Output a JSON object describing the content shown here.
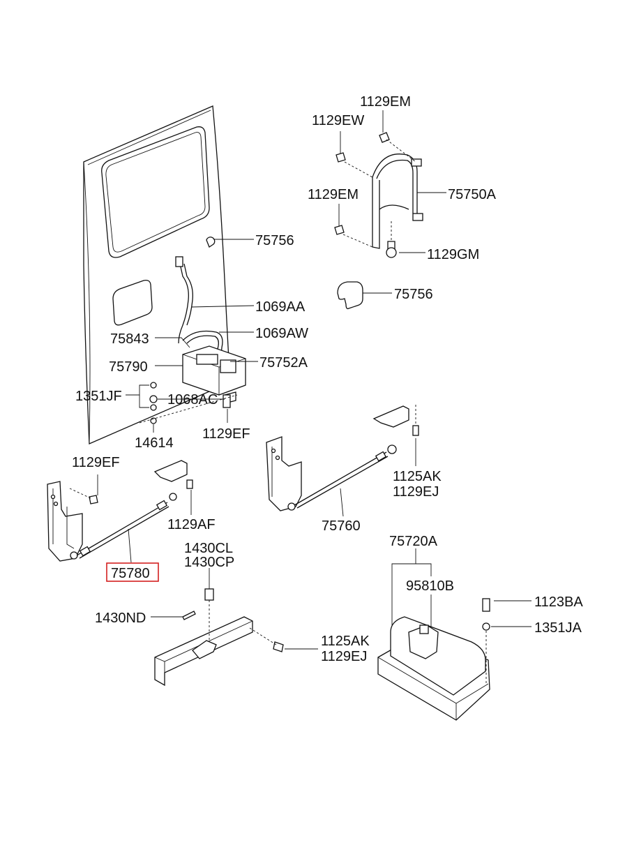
{
  "labels": {
    "p1129em_top": "1129EM",
    "p1129ew": "1129EW",
    "p1129em_mid": "1129EM",
    "p75750a": "75750A",
    "p1129gm": "1129GM",
    "p75756_a": "75756",
    "p75756_b": "75756",
    "p1069aa": "1069AA",
    "p1069aw": "1069AW",
    "p75843": "75843",
    "p75752a": "75752A",
    "p75790": "75790",
    "p1351jf": "1351JF",
    "p1068ac": "1068AC",
    "p14614": "14614",
    "p1129ef_a": "1129EF",
    "p1129ef_b": "1129EF",
    "p1129af": "1129AF",
    "p75780": "75780",
    "p1125ak_a": "1125AK",
    "p1129ej_a": "1129EJ",
    "p75760": "75760",
    "p75720a": "75720A",
    "p95810b": "95810B",
    "p1430cl": "1430CL",
    "p1430cp": "1430CP",
    "p1430nd": "1430ND",
    "p1125ak_b": "1125AK",
    "p1129ej_b": "1129EJ",
    "p1123ba": "1123BA",
    "p1351ja": "1351JA"
  },
  "highlight": {
    "label": "p75780",
    "color": "#d42020"
  }
}
